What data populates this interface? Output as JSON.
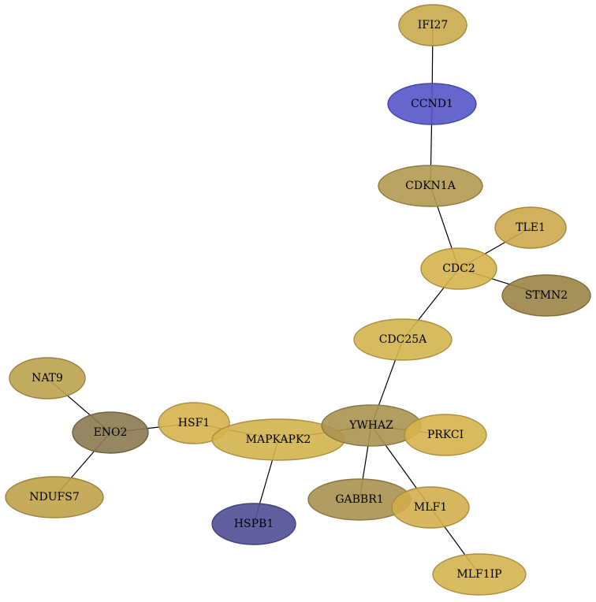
{
  "graph": {
    "nodes": [
      {
        "id": "IFI27",
        "label": "IFI27",
        "color": "#c9aa4c"
      },
      {
        "id": "CCND1",
        "label": "CCND1",
        "color": "#5557c9"
      },
      {
        "id": "CDKN1A",
        "label": "CDKN1A",
        "color": "#b39a50"
      },
      {
        "id": "TLE1",
        "label": "TLE1",
        "color": "#cca94c"
      },
      {
        "id": "CDC2",
        "label": "CDC2",
        "color": "#d6b34d"
      },
      {
        "id": "STMN2",
        "label": "STMN2",
        "color": "#9a8548"
      },
      {
        "id": "CDC25A",
        "label": "CDC25A",
        "color": "#d4b24f"
      },
      {
        "id": "NAT9",
        "label": "NAT9",
        "color": "#bda24f"
      },
      {
        "id": "ENO2",
        "label": "ENO2",
        "color": "#8a7a4f"
      },
      {
        "id": "NDUFS7",
        "label": "NDUFS7",
        "color": "#c0a24b"
      },
      {
        "id": "HSF1",
        "label": "HSF1",
        "color": "#d6b34d"
      },
      {
        "id": "MAPKAPK2",
        "label": "MAPKAPK2",
        "color": "#d4b24d"
      },
      {
        "id": "HSPB1",
        "label": "HSPB1",
        "color": "#4f4f97"
      },
      {
        "id": "YWHAZ",
        "label": "YWHAZ",
        "color": "#ab9450"
      },
      {
        "id": "PRKCI",
        "label": "PRKCI",
        "color": "#d6b34d"
      },
      {
        "id": "GABBR1",
        "label": "GABBR1",
        "color": "#a99150"
      },
      {
        "id": "MLF1",
        "label": "MLF1",
        "color": "#d1ae4c"
      },
      {
        "id": "MLF1IP",
        "label": "MLF1IP",
        "color": "#d4b24f"
      }
    ],
    "edges": [
      {
        "source": "IFI27",
        "target": "CCND1"
      },
      {
        "source": "CCND1",
        "target": "CDKN1A"
      },
      {
        "source": "CDKN1A",
        "target": "CDC2"
      },
      {
        "source": "CDC2",
        "target": "TLE1"
      },
      {
        "source": "CDC2",
        "target": "STMN2"
      },
      {
        "source": "CDC2",
        "target": "CDC25A"
      },
      {
        "source": "CDC25A",
        "target": "YWHAZ"
      },
      {
        "source": "NAT9",
        "target": "ENO2"
      },
      {
        "source": "ENO2",
        "target": "NDUFS7"
      },
      {
        "source": "ENO2",
        "target": "HSF1"
      },
      {
        "source": "HSF1",
        "target": "MAPKAPK2"
      },
      {
        "source": "MAPKAPK2",
        "target": "HSPB1"
      },
      {
        "source": "MAPKAPK2",
        "target": "YWHAZ"
      },
      {
        "source": "YWHAZ",
        "target": "PRKCI"
      },
      {
        "source": "YWHAZ",
        "target": "GABBR1"
      },
      {
        "source": "YWHAZ",
        "target": "MLF1"
      },
      {
        "source": "MLF1",
        "target": "MLF1IP"
      }
    ]
  }
}
